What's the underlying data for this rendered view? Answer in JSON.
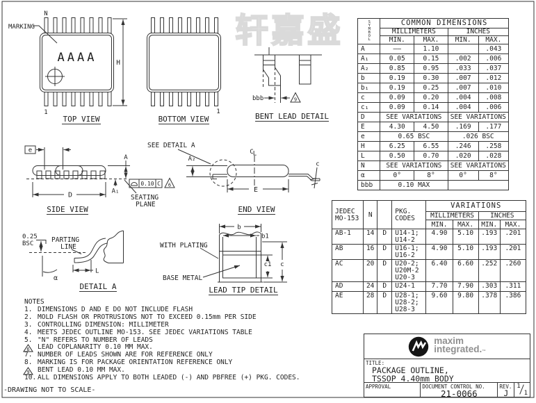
{
  "watermark": "轩嘉盛",
  "footer": "-DRAWING NOT TO SCALE-",
  "views": {
    "top": {
      "title": "TOP VIEW",
      "marking_label": "MARKING",
      "marking": "AAAA",
      "pin_n": "N",
      "pin_1": "1",
      "dim_h": "H"
    },
    "bottom": {
      "title": "BOTTOM VIEW",
      "pin_1": "1"
    },
    "bent": {
      "title": "BENT LEAD DETAIL",
      "dim": "bbb",
      "flag": "9"
    },
    "side": {
      "title": "SIDE VIEW",
      "dim_e": "e",
      "dim_d": "D",
      "dim_a": "A",
      "dim_a1": "A₁",
      "fcf_tol": "0.10",
      "fcf_datum": "C",
      "flag": "6",
      "seating_1": "SEATING",
      "seating_2": "PLANE",
      "see_detail": "SEE DETAIL A"
    },
    "end": {
      "title": "END VIEW",
      "dim_a2": "A₂",
      "dim_e": "E",
      "dim_c": "c",
      "cl_c": "C",
      "cl_l": "L"
    },
    "detail_a": {
      "title": "DETAIL A",
      "dim_bsc_1": "0.25",
      "dim_bsc_2": "BSC",
      "parting_1": "PARTING",
      "parting_2": "LINE",
      "dim_l": "L",
      "alpha": "α"
    },
    "lead_tip": {
      "title": "LEAD TIP DETAIL",
      "dim_b": "b",
      "dim_b1": "b1",
      "dim_c1": "c1",
      "dim_c": "c",
      "with_plating": "WITH PLATING",
      "base_metal": "BASE METAL"
    }
  },
  "common_dims": {
    "title": "COMMON DIMENSIONS",
    "symbol": "SYMBOL",
    "millimeters": "MILLIMETERS",
    "inches": "INCHES",
    "min": "MIN.",
    "max": "MAX.",
    "rows": [
      {
        "sym": "A",
        "c1": "——",
        "c2": "1.10",
        "c3": "",
        "c4": ".043"
      },
      {
        "sym": "A₁",
        "c1": "0.05",
        "c2": "0.15",
        "c3": ".002",
        "c4": ".006"
      },
      {
        "sym": "A₂",
        "c1": "0.85",
        "c2": "0.95",
        "c3": ".033",
        "c4": ".037"
      },
      {
        "sym": "b",
        "c1": "0.19",
        "c2": "0.30",
        "c3": ".007",
        "c4": ".012"
      },
      {
        "sym": "b₁",
        "c1": "0.19",
        "c2": "0.25",
        "c3": ".007",
        "c4": ".010"
      },
      {
        "sym": "c",
        "c1": "0.09",
        "c2": "0.20",
        "c3": ".004",
        "c4": ".008"
      },
      {
        "sym": "c₁",
        "c1": "0.09",
        "c2": "0.14",
        "c3": ".004",
        "c4": ".006"
      },
      {
        "sym": "D",
        "mm": "SEE VARIATIONS",
        "in": "SEE VARIATIONS"
      },
      {
        "sym": "E",
        "c1": "4.30",
        "c2": "4.50",
        "c3": ".169",
        "c4": ".177"
      },
      {
        "sym": "e",
        "mm": "0.65 BSC",
        "in": ".026 BSC"
      },
      {
        "sym": "H",
        "c1": "6.25",
        "c2": "6.55",
        "c3": ".246",
        "c4": ".258"
      },
      {
        "sym": "L",
        "c1": "0.50",
        "c2": "0.70",
        "c3": ".020",
        "c4": ".028"
      },
      {
        "sym": "N",
        "mm": "SEE VARIATIONS",
        "in": "SEE VARIATIONS"
      },
      {
        "sym": "α",
        "c1": "0°",
        "c2": "8°",
        "c3": "0°",
        "c4": "8°"
      },
      {
        "sym": "bbb",
        "mm": "0.10 MAX",
        "in": ""
      }
    ]
  },
  "variations": {
    "title": "VARIATIONS",
    "jedec_header": "JEDEC\nMO-153",
    "n_header": "N",
    "sym_header": "",
    "pkg_header": "PKG.\nCODES",
    "millimeters": "MILLIMETERS",
    "inches": "INCHES",
    "min": "MIN.",
    "max": "MAX.",
    "rows": [
      {
        "jedec": "AB-1",
        "n": "14",
        "sym": "D",
        "pkg": "U14-1;\nU14-2",
        "mm_min": "4.90",
        "mm_max": "5.10",
        "in_min": ".193",
        "in_max": ".201"
      },
      {
        "jedec": "AB",
        "n": "16",
        "sym": "D",
        "pkg": "U16-1;\nU16-2",
        "mm_min": "4.90",
        "mm_max": "5.10",
        "in_min": ".193",
        "in_max": ".201"
      },
      {
        "jedec": "AC",
        "n": "20",
        "sym": "D",
        "pkg": "U20-2;\nU20M-2\nU20-3",
        "mm_min": "6.40",
        "mm_max": "6.60",
        "in_min": ".252",
        "in_max": ".260"
      },
      {
        "jedec": "AD",
        "n": "24",
        "sym": "D",
        "pkg": "U24-1",
        "mm_min": "7.70",
        "mm_max": "7.90",
        "in_min": ".303",
        "in_max": ".311"
      },
      {
        "jedec": "AE",
        "n": "28",
        "sym": "D",
        "pkg": "U28-1;\nU28-2;\nU28-3",
        "mm_min": "9.60",
        "mm_max": "9.80",
        "in_min": ".378",
        "in_max": ".386"
      }
    ]
  },
  "notes": {
    "title": "NOTES",
    "items": [
      {
        "m": "1.",
        "t": "DIMENSIONS D AND E DO NOT INCLUDE FLASH"
      },
      {
        "m": "2.",
        "t": "MOLD FLASH OR PROTRUSIONS NOT TO EXCEED 0.15mm PER SIDE"
      },
      {
        "m": "3.",
        "t": "CONTROLLING DIMENSION: MILLIMETER"
      },
      {
        "m": "4.",
        "t": "MEETS JEDEC OUTLINE MO-153.  SEE JEDEC VARIATIONS TABLE"
      },
      {
        "m": "5.",
        "t": "\"N\" REFERS TO NUMBER OF LEADS"
      },
      {
        "m": "6",
        "t": "LEAD COPLANARITY 0.10 MM MAX."
      },
      {
        "m": "7.",
        "t": "NUMBER OF LEADS SHOWN ARE FOR REFERENCE ONLY"
      },
      {
        "m": "8.",
        "t": "MARKING IS FOR PACKAGE ORIENTATION REFERENCE ONLY"
      },
      {
        "m": "9",
        "t": "BENT LEAD 0.10 MM MAX."
      },
      {
        "m": "10.",
        "t": "ALL DIMENSIONS APPLY TO BOTH LEADED (-) AND PBFREE (+) PKG. CODES."
      }
    ]
  },
  "title_block": {
    "brand_1": "maxim",
    "brand_2": "integrated.",
    "brand_tm": "™",
    "title_label": "TITLE:",
    "title_line1": "PACKAGE OUTLINE,",
    "title_line2": "TSSOP 4.40mm BODY",
    "approval_label": "APPROVAL",
    "doc_label": "DOCUMENT CONTROL NO.",
    "doc_no": "21-0066",
    "rev_label": "REV.",
    "rev": "J",
    "sheet_num": "1",
    "sheet_den": "1"
  }
}
